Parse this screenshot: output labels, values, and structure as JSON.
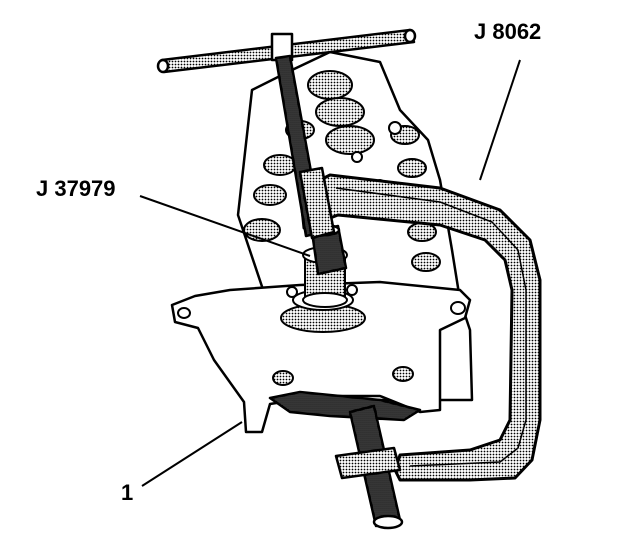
{
  "labels": {
    "clamp_tool": "J 8062",
    "adapter_tool": "J 37979",
    "part_number": "1"
  },
  "colors": {
    "line": "#000000",
    "screen": "#9a9a9a",
    "background": "#ffffff"
  },
  "icons": {
    "clamp": "c-clamp-spring-compressor",
    "head": "cylinder-head",
    "adapter": "valve-spring-adapter"
  }
}
